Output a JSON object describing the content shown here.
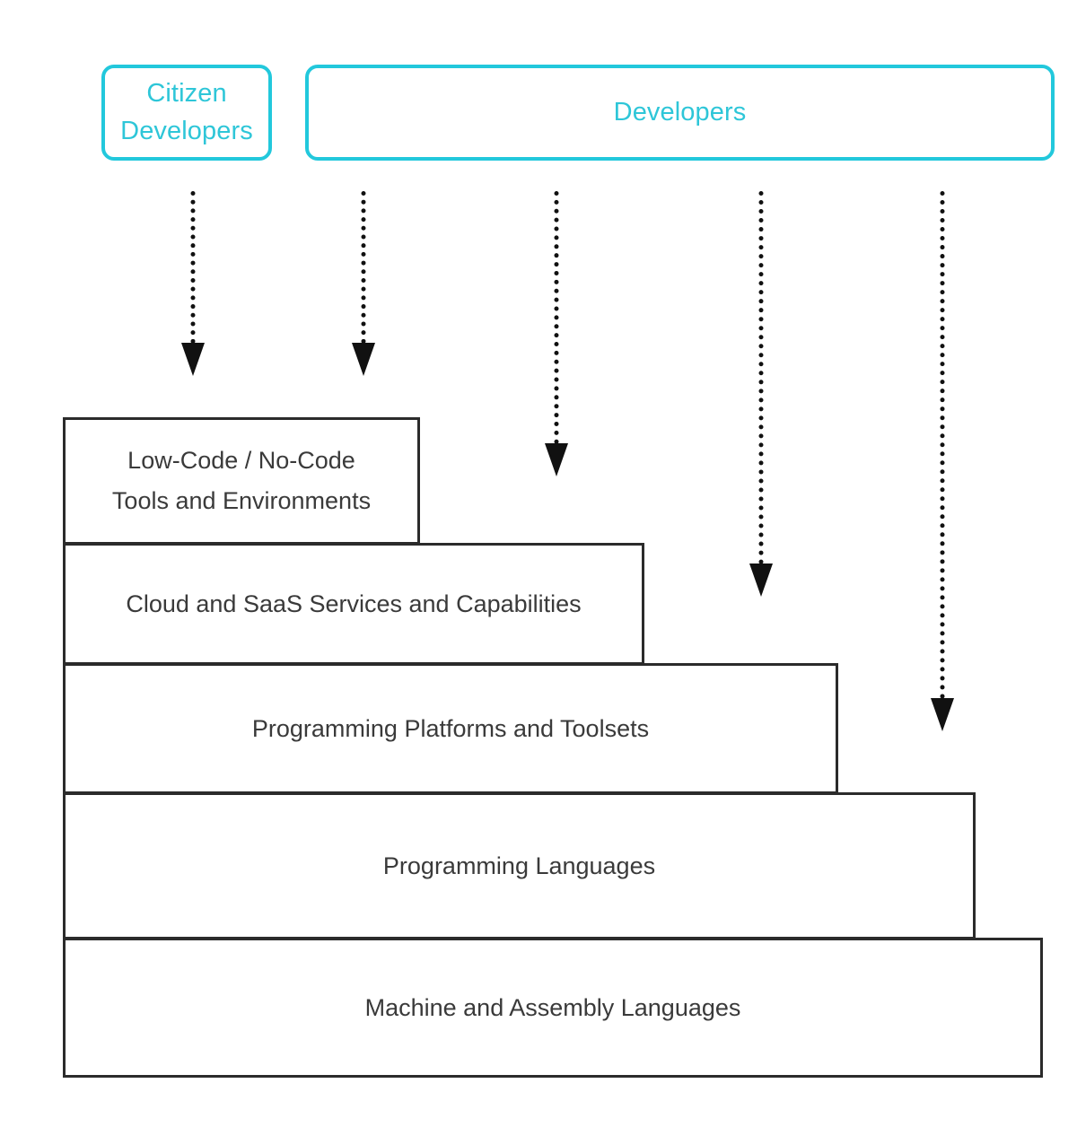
{
  "diagram": {
    "type": "layered-abstraction-staircase",
    "background_color": "#ffffff",
    "accent_color": "#22c8dc",
    "line_color": "#2b2b2b",
    "text_color": "#3a3a3a"
  },
  "actors": [
    {
      "id": "citizen-developers",
      "label": "Citizen\nDevelopers",
      "color": "#2ec6d8"
    },
    {
      "id": "developers",
      "label": "Developers",
      "color": "#2ec6d8"
    }
  ],
  "layers": [
    {
      "id": "low-code-no-code",
      "label": "Low-Code / No-Code\nTools and Environments"
    },
    {
      "id": "cloud-saas",
      "label": "Cloud and SaaS Services and Capabilities"
    },
    {
      "id": "programming-platforms",
      "label": "Programming Platforms and Toolsets"
    },
    {
      "id": "programming-languages",
      "label": "Programming Languages"
    },
    {
      "id": "machine-assembly",
      "label": "Machine and Assembly Languages"
    }
  ],
  "arrows": [
    {
      "id": "arrow-citizen-to-lowcode",
      "from": "citizen-developers",
      "to": "low-code-no-code",
      "style": "dotted",
      "head": "solid-triangle"
    },
    {
      "id": "arrow-developers-to-lowcode",
      "from": "developers",
      "to": "low-code-no-code",
      "style": "dotted",
      "head": "solid-triangle"
    },
    {
      "id": "arrow-developers-to-cloud-saas",
      "from": "developers",
      "to": "cloud-saas",
      "style": "dotted",
      "head": "solid-triangle"
    },
    {
      "id": "arrow-developers-to-platforms",
      "from": "developers",
      "to": "programming-platforms",
      "style": "dotted",
      "head": "solid-triangle"
    },
    {
      "id": "arrow-developers-to-languages",
      "from": "developers",
      "to": "programming-languages",
      "style": "dotted",
      "head": "solid-triangle"
    }
  ]
}
